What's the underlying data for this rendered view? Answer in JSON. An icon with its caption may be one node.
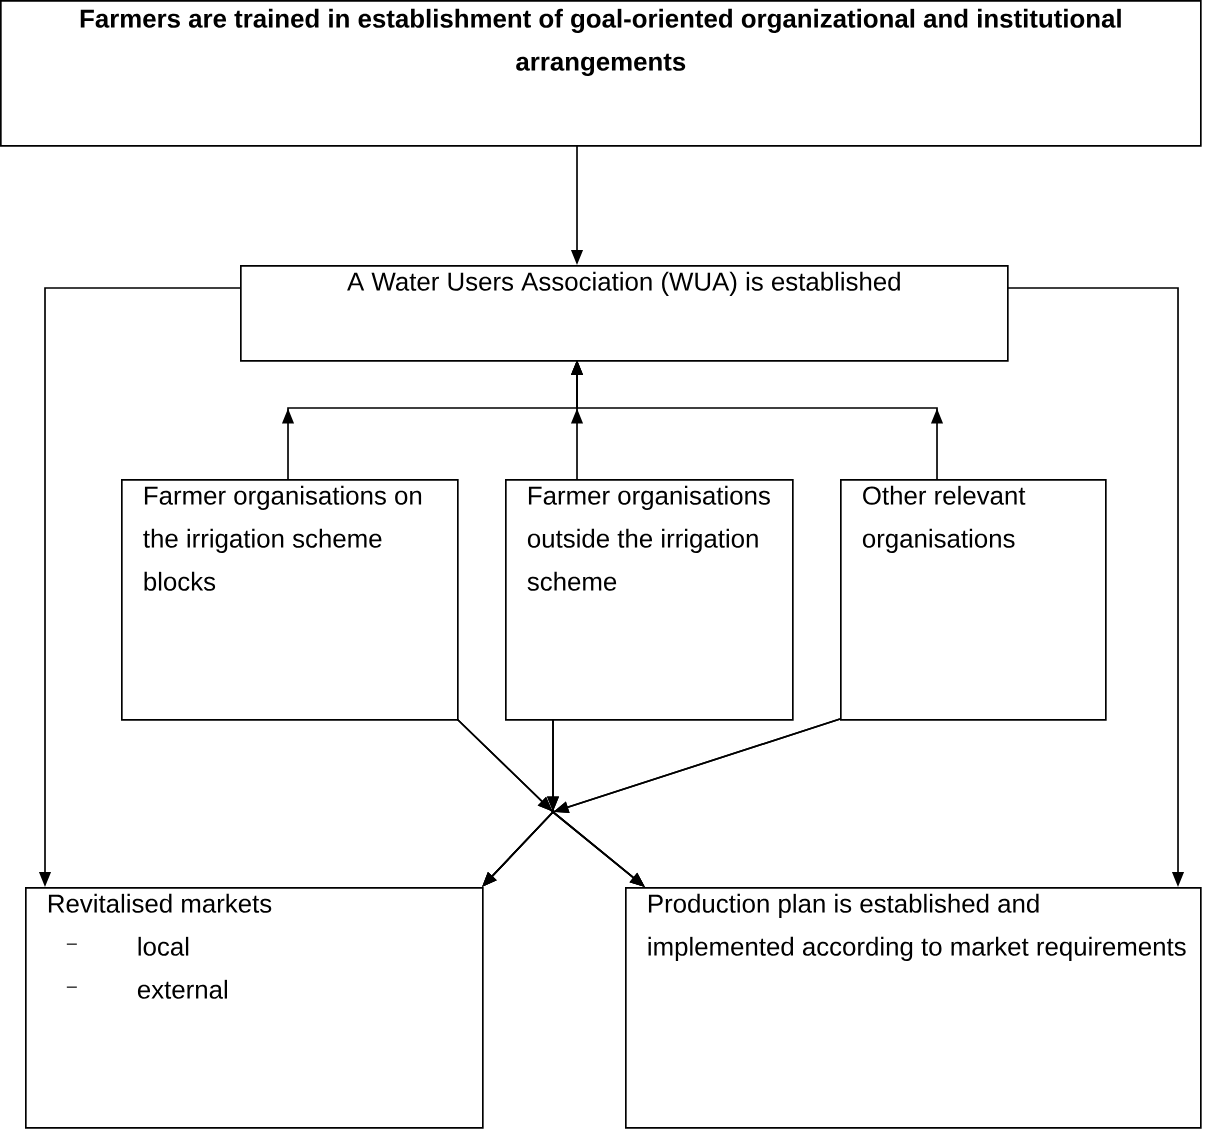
{
  "diagram": {
    "nodes": [
      {
        "text": [
          "Farmers are trained in establishment of goal-oriented organizational and institutional arrangements"
        ]
      },
      {
        "text": [
          "A Water Users Association (WUA) is established"
        ]
      },
      {
        "text": [
          "Farmer organisations on the irrigation scheme blocks"
        ]
      },
      {
        "text": [
          "Farmer organisations outside the irrigation scheme"
        ]
      },
      {
        "text": [
          "Other relevant organisations"
        ]
      },
      {
        "text": [
          "Revitalised markets",
          "local",
          "external"
        ]
      },
      {
        "text": [
          "Production plan is established and implemented according to market requirements"
        ]
      }
    ],
    "edges": [
      {
        "from": 0,
        "to": 1,
        "arrow": "to"
      },
      {
        "from": 2,
        "to": 1,
        "arrow": "to"
      },
      {
        "from": 3,
        "to": 1,
        "arrow": "to"
      },
      {
        "from": 4,
        "to": 1,
        "arrow": "to"
      },
      {
        "from": 1,
        "to": 5,
        "arrow": "to"
      },
      {
        "from": 1,
        "to": 6,
        "arrow": "to"
      },
      {
        "from": 2,
        "to": 5,
        "arrow": "to"
      },
      {
        "from": 2,
        "to": 6,
        "arrow": "to"
      },
      {
        "from": 3,
        "to": 5,
        "arrow": "to"
      },
      {
        "from": 3,
        "to": 6,
        "arrow": "to"
      },
      {
        "from": 4,
        "to": 5,
        "arrow": "to"
      },
      {
        "from": 4,
        "to": 6,
        "arrow": "to"
      }
    ]
  }
}
